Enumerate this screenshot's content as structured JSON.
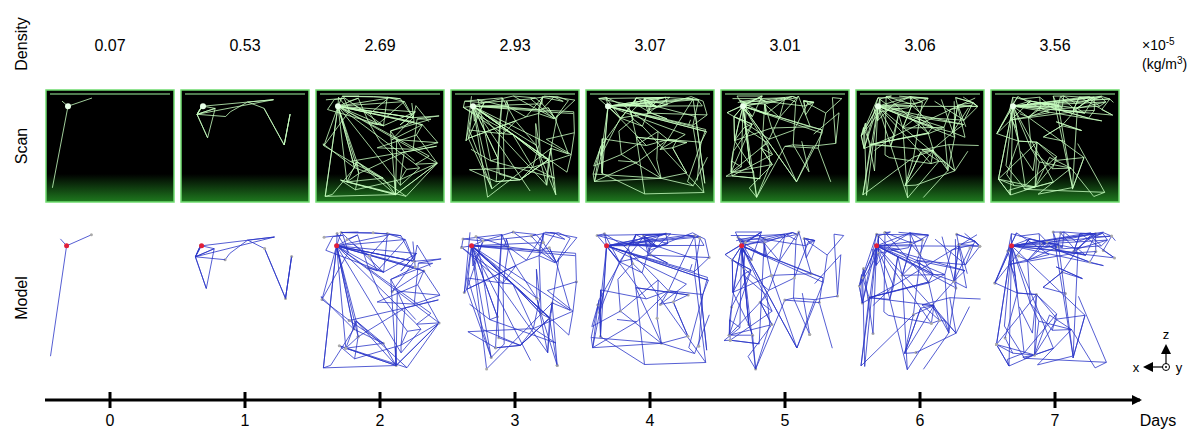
{
  "diagram": {
    "labels": [
      "Density",
      "Scan",
      "Model",
      "0.07",
      "0.53",
      "2.69",
      "2.93",
      "3.07",
      "3.01",
      "3.06",
      "3.56",
      "×10",
      "-5",
      "(kg/m",
      "3",
      ")",
      "z",
      "x",
      "y",
      "0",
      "1",
      "2",
      "3",
      "4",
      "5",
      "6",
      "7",
      "Days"
    ]
  }
}
